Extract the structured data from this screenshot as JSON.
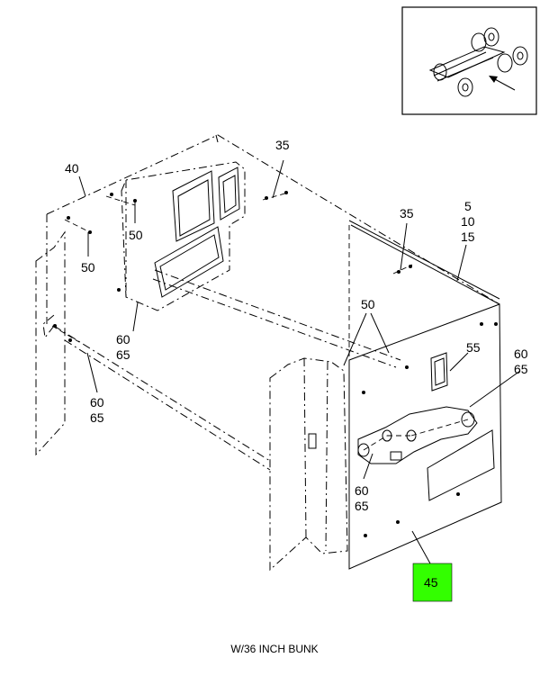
{
  "inset": {
    "icon": "truck-chassis-locator-icon"
  },
  "callouts": {
    "c40": "40",
    "c35a": "35",
    "c50a": "50",
    "c50b": "50",
    "c35b": "35",
    "c5": "5",
    "c10": "10",
    "c15": "15",
    "c50c": "50",
    "c55": "55",
    "c60a": "60",
    "c65a": "65",
    "c60b": "60",
    "c65b": "65",
    "c60c": "60",
    "c65c": "65",
    "c60d": "60",
    "c65d": "65",
    "c45": "45"
  },
  "highlight_color": "#33ff00",
  "caption": "W/36 INCH BUNK"
}
